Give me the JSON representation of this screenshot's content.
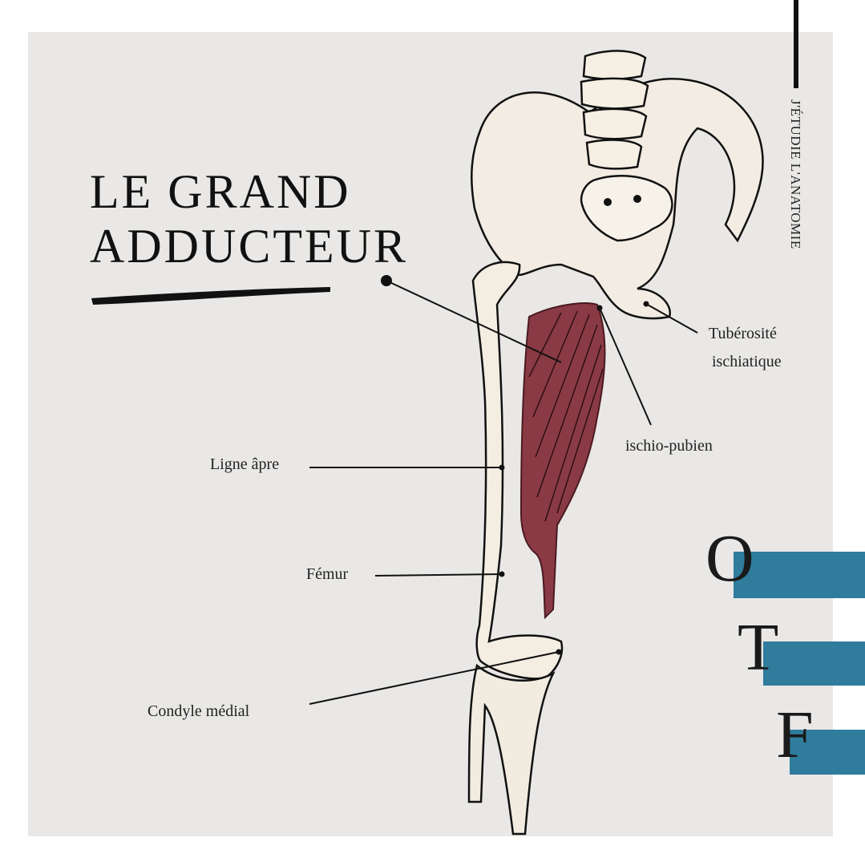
{
  "title": {
    "line1": "LE GRAND",
    "line2": "ADDUCTEUR"
  },
  "side_caption": "J'ÉTUDIE L'ANATOMIE",
  "labels": {
    "tuberosite_line1": "Tubérosité",
    "tuberosite_line2": "ischiatique",
    "ischio_pubien": "ischio-pubien",
    "ligne_apre": "Ligne âpre",
    "femur": "Fémur",
    "condyle": "Condyle médial"
  },
  "logo": {
    "letters": [
      "O",
      "T",
      "F"
    ],
    "color": "#2f7c9c"
  },
  "colors": {
    "muscle": "#8a3a45",
    "bone": "#f3efe6",
    "paper": "#e9e8e6"
  }
}
